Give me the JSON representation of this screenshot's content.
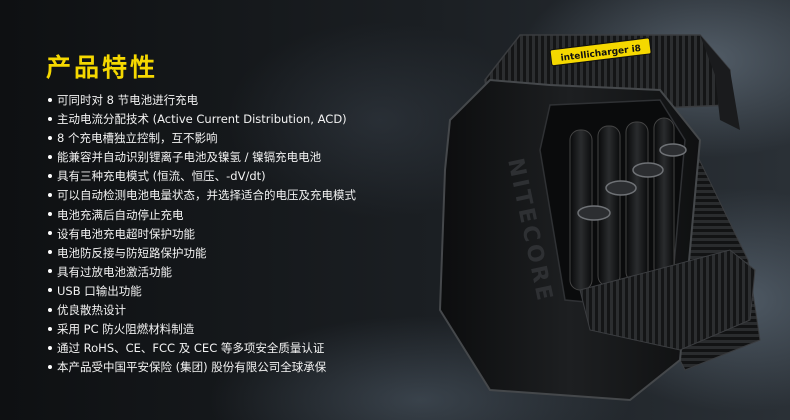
{
  "title": "产品特性",
  "features": [
    "可同时对 8 节电池进行充电",
    "主动电流分配技术 (Active Current Distribution, ACD)",
    "8 个充电槽独立控制，互不影响",
    "能兼容并自动识别锂离子电池及镍氢 / 镍镉充电电池",
    "具有三种充电模式 (恒流、恒压、-dV/dt)",
    "可以自动检测电池电量状态，并选择适合的电压及充电模式",
    "电池充满后自动停止充电",
    "设有电池充电超时保护功能",
    "电池防反接与防短路保护功能",
    "具有过放电池激活功能",
    "USB 口输出功能",
    "优良散热设计",
    "采用 PC 防火阻燃材料制造",
    "通过 RoHS、CE、FCC 及 CEC 等多项安全质量认证",
    "本产品受中国平安保险 (集团) 股份有限公司全球承保"
  ],
  "product": {
    "brand": "NITECORE",
    "label": "intellicharger i8"
  },
  "colors": {
    "accent": "#f5d800",
    "text": "#f2f2f2"
  }
}
